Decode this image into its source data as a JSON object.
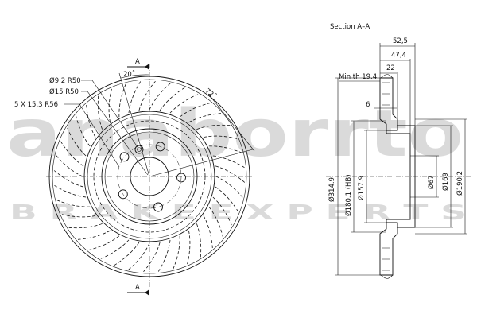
{
  "section_title": "Section A–A",
  "section_label_top": "A",
  "section_label_bottom": "A",
  "front_view": {
    "angle_label": "20˚",
    "angle2_label": "72˚",
    "callouts": {
      "hole_small": "Ø9.2  R50",
      "hole_center": "Ø15  R50",
      "bolt_holes": "5 X 15.3  R56"
    },
    "bolt_hole_count": 5,
    "vane_count": 40
  },
  "section_view": {
    "min_thickness": "Min th  19.4",
    "dims_top": [
      "52,5",
      "47,4",
      "22"
    ],
    "dim_6": "6",
    "diameters": [
      "Ø314.9",
      "Ø180.1 (HB)",
      "Ø157.9",
      "Ø67",
      "Ø169",
      "Ø190.2"
    ]
  },
  "watermark": {
    "brand": "anaborrto",
    "tagline": "B R A K E   E X P E R T S",
    "color": "#c8c8c8"
  }
}
